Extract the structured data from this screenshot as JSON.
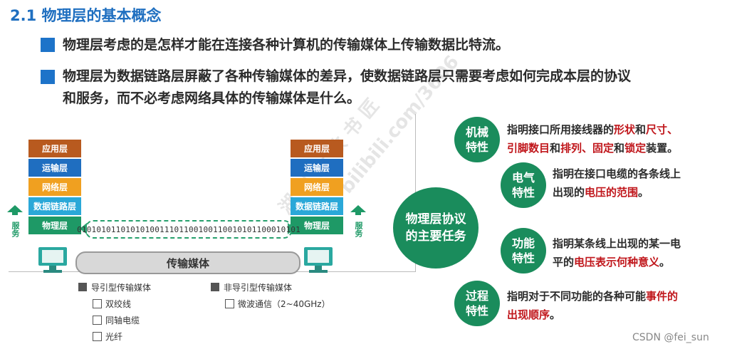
{
  "title": "2.1 物理层的基本概念",
  "bullets": [
    {
      "text": "物理层考虑的是怎样才能在连接各种计算机的传输媒体上传输数据比特流。"
    },
    {
      "line1": "物理层为数据链路层屏蔽了各种传输媒体的差异，使数据链路层只需要考虑如何完成本层的协议",
      "line2": "和服务，而不必考虑网络具体的传输媒体是什么。"
    }
  ],
  "layers": [
    "应用层",
    "运输层",
    "网络层",
    "数据链路层",
    "物理层"
  ],
  "bitstream": "0101010110101010011101100100110010101100010101",
  "service_label": "服务",
  "medium": "传输媒体",
  "legend": {
    "guided": "导引型传输媒体",
    "guided_items": [
      "双绞线",
      "同轴电缆",
      "光纤"
    ],
    "unguided": "非导引型传输媒体",
    "unguided_items": [
      "微波通信（2~40GHz）"
    ]
  },
  "center": "物理层协议\n的主要任务",
  "characteristics": [
    {
      "name": "机械\n特性",
      "parts": [
        {
          "t": "指明接口所用接线器的",
          "r": false
        },
        {
          "t": "形状",
          "r": true
        },
        {
          "t": "和",
          "r": false
        },
        {
          "t": "尺寸、",
          "r": true
        },
        {
          "t": "\n",
          "r": false
        },
        {
          "t": "引脚数目",
          "r": true
        },
        {
          "t": "和",
          "r": false
        },
        {
          "t": "排列、固定",
          "r": true
        },
        {
          "t": "和",
          "r": false
        },
        {
          "t": "锁定",
          "r": true
        },
        {
          "t": "装置。",
          "r": false
        }
      ]
    },
    {
      "name": "电气\n特性",
      "parts": [
        {
          "t": "指明在接口电缆的各条线上",
          "r": false
        },
        {
          "t": "\n",
          "r": false
        },
        {
          "t": "出现的",
          "r": false
        },
        {
          "t": "电压的范围",
          "r": true
        },
        {
          "t": "。",
          "r": false
        }
      ]
    },
    {
      "name": "功能\n特性",
      "parts": [
        {
          "t": "指明某条线上出现的某一电",
          "r": false
        },
        {
          "t": "\n",
          "r": false
        },
        {
          "t": "平的",
          "r": false
        },
        {
          "t": "电压表示何种意义",
          "r": true
        },
        {
          "t": "。",
          "r": false
        }
      ]
    },
    {
      "name": "过程\n特性",
      "parts": [
        {
          "t": "指明对于不同功能的各种可能",
          "r": false
        },
        {
          "t": "事件的",
          "r": true
        },
        {
          "t": "\n",
          "r": false
        },
        {
          "t": "出现顺序",
          "r": true
        },
        {
          "t": "。",
          "r": false
        }
      ]
    }
  ],
  "csdn_watermark": "CSDN @fei_sun",
  "colors": {
    "title": "#1f6fc0",
    "green": "#1a8c5c",
    "red": "#c0161b",
    "bullet": "#1d73c9"
  }
}
